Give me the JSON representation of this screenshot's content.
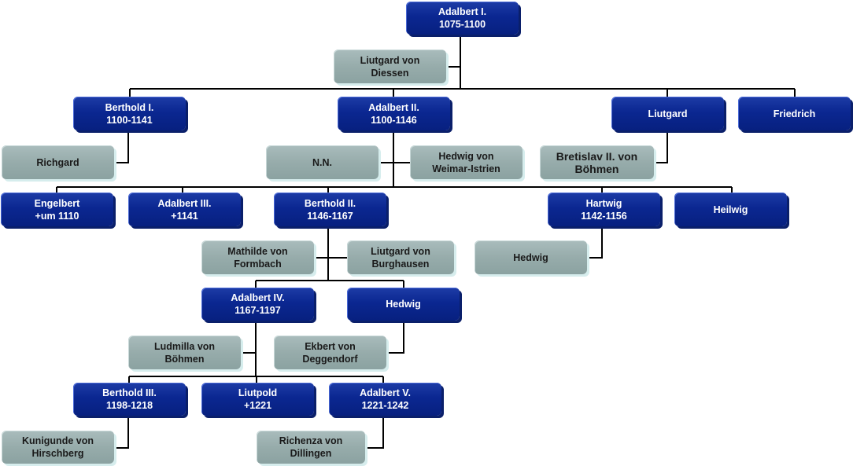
{
  "nodes": [
    {
      "id": "adalbert-1",
      "text": "Adalbert I.\n1075-1100",
      "kind": "blue"
    },
    {
      "id": "liutgard-von-diessen",
      "text": "Liutgard von\nDiessen",
      "kind": "gray"
    },
    {
      "id": "berthold-1",
      "text": "Berthold I.\n1100-1141",
      "kind": "blue"
    },
    {
      "id": "adalbert-2",
      "text": "Adalbert II.\n1100-1146",
      "kind": "blue"
    },
    {
      "id": "liutgard",
      "text": "Liutgard",
      "kind": "blue"
    },
    {
      "id": "friedrich",
      "text": "Friedrich",
      "kind": "blue"
    },
    {
      "id": "richgard",
      "text": "Richgard",
      "kind": "gray"
    },
    {
      "id": "nn",
      "text": "N.N.",
      "kind": "gray"
    },
    {
      "id": "hedwig-von-weimar-istrien",
      "text": "Hedwig von\nWeimar-Istrien",
      "kind": "gray"
    },
    {
      "id": "bretislav-2",
      "text": "Bretislav II. von\nBöhmen",
      "kind": "gray"
    },
    {
      "id": "engelbert",
      "text": "Engelbert\n+um 1110",
      "kind": "blue"
    },
    {
      "id": "adalbert-3",
      "text": "Adalbert III.\n+1141",
      "kind": "blue"
    },
    {
      "id": "berthold-2",
      "text": "Berthold II.\n1146-1167",
      "kind": "blue"
    },
    {
      "id": "hartwig",
      "text": "Hartwig\n1142-1156",
      "kind": "blue"
    },
    {
      "id": "heilwig",
      "text": "Heilwig",
      "kind": "blue"
    },
    {
      "id": "mathilde-von-formbach",
      "text": "Mathilde von\nFormbach",
      "kind": "gray"
    },
    {
      "id": "liutgard-von-burghausen",
      "text": "Liutgard von\nBurghausen",
      "kind": "gray"
    },
    {
      "id": "hedwig-gray",
      "text": "Hedwig",
      "kind": "gray"
    },
    {
      "id": "adalbert-4",
      "text": "Adalbert IV.\n1167-1197",
      "kind": "blue"
    },
    {
      "id": "hedwig-blue",
      "text": "Hedwig",
      "kind": "blue"
    },
    {
      "id": "ludmilla-von-boehmen",
      "text": "Ludmilla von\nBöhmen",
      "kind": "gray"
    },
    {
      "id": "ekbert-von-deggendorf",
      "text": "Ekbert von\nDeggendorf",
      "kind": "gray"
    },
    {
      "id": "berthold-3",
      "text": "Berthold III.\n1198-1218",
      "kind": "blue"
    },
    {
      "id": "liutpold",
      "text": "Liutpold\n+1221",
      "kind": "blue"
    },
    {
      "id": "adalbert-5",
      "text": "Adalbert V.\n1221-1242",
      "kind": "blue"
    },
    {
      "id": "kunigunde-von-hirschberg",
      "text": "Kunigunde von\nHirschberg",
      "kind": "gray"
    },
    {
      "id": "richenza-von-dillingen",
      "text": "Richenza von\nDillingen",
      "kind": "gray"
    }
  ]
}
